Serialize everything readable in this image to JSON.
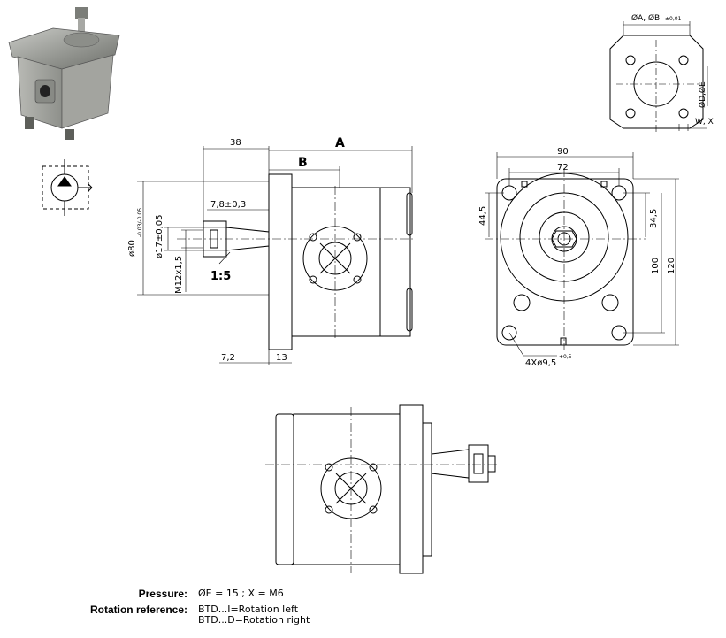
{
  "dimensions": {
    "d38": "38",
    "dA": "A",
    "dB": "B",
    "d78": "7,8±0,3",
    "d80": "ø80",
    "d80tol": "-0.03/-0.05",
    "d17": "ø17±0,05",
    "m12": "M12x1,5",
    "taper": "1:5",
    "d72": "7,2",
    "d13": "13",
    "d90": "90",
    "d72w": "72",
    "d445": "44,5",
    "d345": "34,5",
    "d100": "100",
    "d120": "120",
    "holes": "4Xø9,5",
    "holes_tol": "+0,5",
    "flange_ab": "ØA, ØB",
    "flange_tol": "±0,01",
    "flange_de": "ØD,ØE",
    "flange_wx": "W, X"
  },
  "info": {
    "pressure_label": "Pressure:",
    "pressure_value": "ØE =  15 ; X = M6",
    "rotation_label": "Rotation reference:",
    "rotation_left": "BTD...I=Rotation left",
    "rotation_right": "BTD...D=Rotation right"
  }
}
